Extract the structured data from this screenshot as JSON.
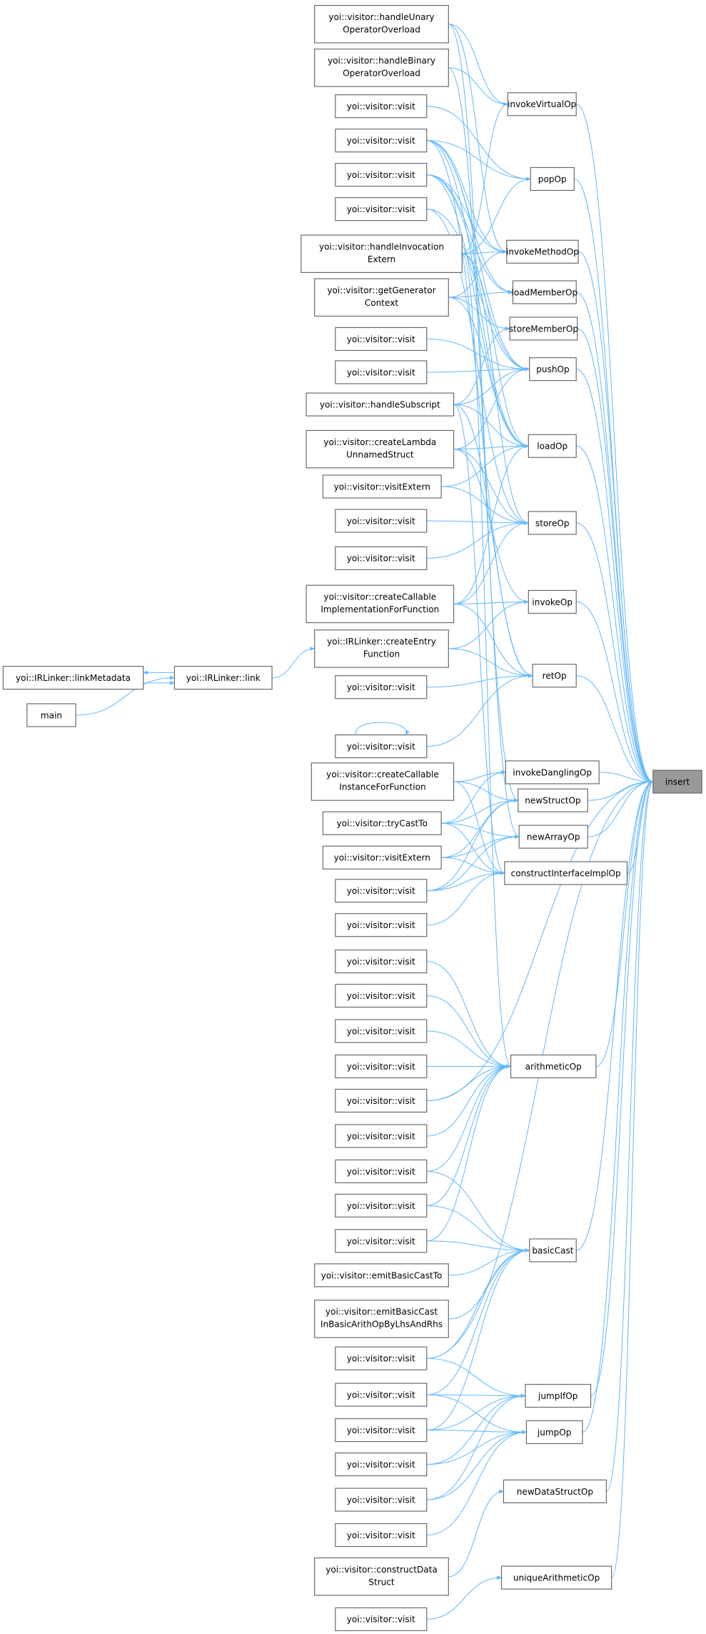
{
  "graph": {
    "root": "insert",
    "colors": {
      "edge": "#63b8ff",
      "root_fill": "#999999",
      "node_border": "#666666"
    },
    "nodes": {
      "n1": [
        "yoi::visitor::handleUnary",
        "OperatorOverload"
      ],
      "n2": [
        "yoi::visitor::handleBinary",
        "OperatorOverload"
      ],
      "n3": [
        "yoi::visitor::visit"
      ],
      "n4": [
        "yoi::visitor::visit"
      ],
      "n5": [
        "yoi::visitor::visit"
      ],
      "n6": [
        "yoi::visitor::visit"
      ],
      "n7": [
        "yoi::visitor::handleInvocation",
        "Extern"
      ],
      "n8": [
        "yoi::visitor::getGenerator",
        "Context"
      ],
      "n9": [
        "yoi::visitor::visit"
      ],
      "n10": [
        "yoi::visitor::visit"
      ],
      "n11": [
        "yoi::visitor::handleSubscript"
      ],
      "n12": [
        "yoi::visitor::createLambda",
        "UnnamedStruct"
      ],
      "n13": [
        "yoi::visitor::visitExtern"
      ],
      "n14": [
        "yoi::visitor::visit"
      ],
      "n15": [
        "yoi::visitor::visit"
      ],
      "n16": [
        "yoi::visitor::createCallable",
        "ImplementationForFunction"
      ],
      "n17": [
        "yoi::IRLinker::createEntry",
        "Function"
      ],
      "n18": [
        "yoi::visitor::visit"
      ],
      "n19": [
        "yoi::visitor::visit"
      ],
      "n20": [
        "yoi::visitor::createCallable",
        "InstanceForFunction"
      ],
      "n21": [
        "yoi::visitor::tryCastTo"
      ],
      "n22": [
        "yoi::visitor::visitExtern"
      ],
      "n23": [
        "yoi::visitor::visit"
      ],
      "n24": [
        "yoi::visitor::visit"
      ],
      "n25": [
        "yoi::visitor::visit"
      ],
      "n26": [
        "yoi::visitor::visit"
      ],
      "n27": [
        "yoi::visitor::visit"
      ],
      "n28": [
        "yoi::visitor::visit"
      ],
      "n29": [
        "yoi::visitor::visit"
      ],
      "n30": [
        "yoi::visitor::visit"
      ],
      "n31": [
        "yoi::visitor::visit"
      ],
      "n32": [
        "yoi::visitor::visit"
      ],
      "n33": [
        "yoi::visitor::visit"
      ],
      "n34": [
        "yoi::visitor::emitBasicCastTo"
      ],
      "n35": [
        "yoi::visitor::emitBasicCast",
        "InBasicArithOpByLhsAndRhs"
      ],
      "n36": [
        "yoi::visitor::visit"
      ],
      "n37": [
        "yoi::visitor::visit"
      ],
      "n38": [
        "yoi::visitor::visit"
      ],
      "n39": [
        "yoi::visitor::visit"
      ],
      "n40": [
        "yoi::visitor::visit"
      ],
      "n41": [
        "yoi::visitor::visit"
      ],
      "n42": [
        "yoi::visitor::constructData",
        "Struct"
      ],
      "n43": [
        "yoi::visitor::visit"
      ],
      "linkMetadata": [
        "yoi::IRLinker::linkMetadata"
      ],
      "main": [
        "main"
      ],
      "link": [
        "yoi::IRLinker::link"
      ],
      "invokeVirtualOp": [
        "invokeVirtualOp"
      ],
      "popOp": [
        "popOp"
      ],
      "invokeMethodOp": [
        "invokeMethodOp"
      ],
      "loadMemberOp": [
        "loadMemberOp"
      ],
      "storeMemberOp": [
        "storeMemberOp"
      ],
      "pushOp": [
        "pushOp"
      ],
      "loadOp": [
        "loadOp"
      ],
      "storeOp": [
        "storeOp"
      ],
      "invokeOp": [
        "invokeOp"
      ],
      "retOp": [
        "retOp"
      ],
      "invokeDanglingOp": [
        "invokeDanglingOp"
      ],
      "newStructOp": [
        "newStructOp"
      ],
      "newArrayOp": [
        "newArrayOp"
      ],
      "constructInterfaceImplOp": [
        "constructInterfaceImplOp"
      ],
      "arithmeticOp": [
        "arithmeticOp"
      ],
      "basicCast": [
        "basicCast"
      ],
      "jumpIfOp": [
        "jumpIfOp"
      ],
      "jumpOp": [
        "jumpOp"
      ],
      "newDataStructOp": [
        "newDataStructOp"
      ],
      "uniqueArithmeticOp": [
        "uniqueArithmeticOp"
      ],
      "insert": [
        "insert"
      ]
    },
    "edges": [
      [
        "n1",
        "invokeVirtualOp"
      ],
      [
        "n2",
        "invokeVirtualOp"
      ],
      [
        "n7",
        "invokeVirtualOp"
      ],
      [
        "n3",
        "popOp"
      ],
      [
        "n4",
        "popOp"
      ],
      [
        "n7",
        "popOp"
      ],
      [
        "n1",
        "invokeMethodOp"
      ],
      [
        "n4",
        "invokeMethodOp"
      ],
      [
        "n5",
        "invokeMethodOp"
      ],
      [
        "n7",
        "invokeMethodOp"
      ],
      [
        "n8",
        "invokeMethodOp"
      ],
      [
        "n4",
        "loadMemberOp"
      ],
      [
        "n5",
        "loadMemberOp"
      ],
      [
        "n8",
        "loadMemberOp"
      ],
      [
        "n8",
        "storeMemberOp"
      ],
      [
        "n11",
        "storeMemberOp"
      ],
      [
        "n4",
        "pushOp"
      ],
      [
        "n5",
        "pushOp"
      ],
      [
        "n6",
        "pushOp"
      ],
      [
        "n9",
        "pushOp"
      ],
      [
        "n10",
        "pushOp"
      ],
      [
        "n11",
        "pushOp"
      ],
      [
        "n12",
        "pushOp"
      ],
      [
        "n4",
        "loadOp"
      ],
      [
        "n5",
        "loadOp"
      ],
      [
        "n7",
        "loadOp"
      ],
      [
        "n8",
        "loadOp"
      ],
      [
        "n11",
        "loadOp"
      ],
      [
        "n12",
        "loadOp"
      ],
      [
        "n13",
        "loadOp"
      ],
      [
        "n16",
        "loadOp"
      ],
      [
        "n6",
        "storeOp"
      ],
      [
        "n7",
        "storeOp"
      ],
      [
        "n12",
        "storeOp"
      ],
      [
        "n13",
        "storeOp"
      ],
      [
        "n14",
        "storeOp"
      ],
      [
        "n15",
        "storeOp"
      ],
      [
        "n16",
        "storeOp"
      ],
      [
        "n12",
        "invokeOp"
      ],
      [
        "n16",
        "invokeOp"
      ],
      [
        "n17",
        "invokeOp"
      ],
      [
        "n4",
        "retOp"
      ],
      [
        "n11",
        "retOp"
      ],
      [
        "n16",
        "retOp"
      ],
      [
        "n17",
        "retOp"
      ],
      [
        "n18",
        "retOp"
      ],
      [
        "n19",
        "retOp"
      ],
      [
        "n20",
        "invokeDanglingOp"
      ],
      [
        "n21",
        "invokeDanglingOp"
      ],
      [
        "n2",
        "newStructOp"
      ],
      [
        "n20",
        "newStructOp"
      ],
      [
        "n21",
        "newStructOp"
      ],
      [
        "n22",
        "newStructOp"
      ],
      [
        "n23",
        "newStructOp"
      ],
      [
        "n1",
        "newArrayOp"
      ],
      [
        "n21",
        "newArrayOp"
      ],
      [
        "n22",
        "newArrayOp"
      ],
      [
        "n23",
        "newArrayOp"
      ],
      [
        "n11",
        "constructInterfaceImplOp"
      ],
      [
        "n20",
        "constructInterfaceImplOp"
      ],
      [
        "n21",
        "constructInterfaceImplOp"
      ],
      [
        "n22",
        "constructInterfaceImplOp"
      ],
      [
        "n23",
        "constructInterfaceImplOp"
      ],
      [
        "n24",
        "constructInterfaceImplOp"
      ],
      [
        "n7",
        "arithmeticOp"
      ],
      [
        "n25",
        "arithmeticOp"
      ],
      [
        "n26",
        "arithmeticOp"
      ],
      [
        "n27",
        "arithmeticOp"
      ],
      [
        "n28",
        "arithmeticOp"
      ],
      [
        "n29",
        "arithmeticOp"
      ],
      [
        "n30",
        "arithmeticOp"
      ],
      [
        "n31",
        "arithmeticOp"
      ],
      [
        "n32",
        "arithmeticOp"
      ],
      [
        "n33",
        "arithmeticOp"
      ],
      [
        "n31",
        "basicCast"
      ],
      [
        "n32",
        "basicCast"
      ],
      [
        "n33",
        "basicCast"
      ],
      [
        "n34",
        "basicCast"
      ],
      [
        "n35",
        "basicCast"
      ],
      [
        "n36",
        "basicCast"
      ],
      [
        "n37",
        "basicCast"
      ],
      [
        "n38",
        "basicCast"
      ],
      [
        "n36",
        "jumpIfOp"
      ],
      [
        "n37",
        "jumpIfOp"
      ],
      [
        "n38",
        "jumpIfOp"
      ],
      [
        "n39",
        "jumpIfOp"
      ],
      [
        "n40",
        "jumpIfOp"
      ],
      [
        "n37",
        "jumpOp"
      ],
      [
        "n38",
        "jumpOp"
      ],
      [
        "n39",
        "jumpOp"
      ],
      [
        "n40",
        "jumpOp"
      ],
      [
        "n41",
        "jumpOp"
      ],
      [
        "n42",
        "newDataStructOp"
      ],
      [
        "n43",
        "uniqueArithmeticOp"
      ],
      [
        "n29",
        "insert"
      ],
      [
        "n36",
        "insert"
      ],
      [
        "invokeVirtualOp",
        "insert"
      ],
      [
        "popOp",
        "insert"
      ],
      [
        "invokeMethodOp",
        "insert"
      ],
      [
        "loadMemberOp",
        "insert"
      ],
      [
        "storeMemberOp",
        "insert"
      ],
      [
        "pushOp",
        "insert"
      ],
      [
        "loadOp",
        "insert"
      ],
      [
        "storeOp",
        "insert"
      ],
      [
        "invokeOp",
        "insert"
      ],
      [
        "retOp",
        "insert"
      ],
      [
        "invokeDanglingOp",
        "insert"
      ],
      [
        "newStructOp",
        "insert"
      ],
      [
        "newArrayOp",
        "insert"
      ],
      [
        "constructInterfaceImplOp",
        "insert"
      ],
      [
        "arithmeticOp",
        "insert"
      ],
      [
        "basicCast",
        "insert"
      ],
      [
        "jumpIfOp",
        "insert"
      ],
      [
        "jumpOp",
        "insert"
      ],
      [
        "newDataStructOp",
        "insert"
      ],
      [
        "uniqueArithmeticOp",
        "insert"
      ],
      [
        "link",
        "n17"
      ],
      [
        "main",
        "link"
      ],
      [
        "link",
        "linkMetadata"
      ],
      [
        "linkMetadata",
        "link"
      ],
      [
        "n19",
        "n19"
      ]
    ]
  }
}
